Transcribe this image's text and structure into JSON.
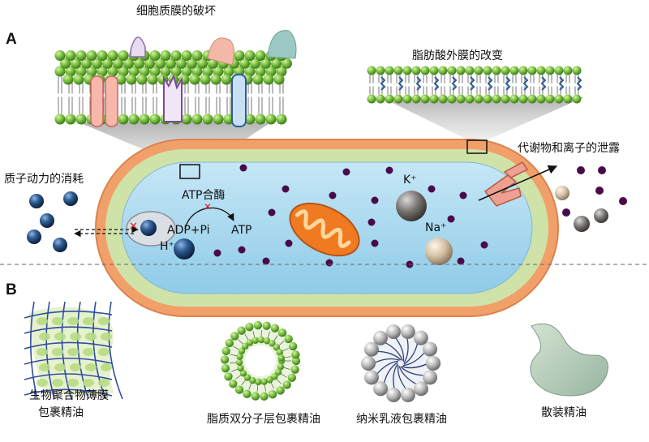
{
  "panels": {
    "a": "A",
    "b": "B"
  },
  "labels": {
    "membrane_damage": "细胞质膜的破坏",
    "outer_membrane_change": "脂肪酸外膜的改变",
    "proton_motive": "质子动力的消耗",
    "leakage": "代谢物和离子的泄露",
    "atp_synthase": "ATP合酶",
    "adp_pi": "ADP+Pi",
    "atp": "ATP",
    "h_plus": "H⁺",
    "k_plus": "K⁺",
    "na_plus": "Na⁺"
  },
  "formulations": {
    "polymer_film_line1": "生物聚合物薄膜",
    "polymer_film_line2": "包裹精油",
    "lipid_bilayer": "脂质双分子层包裹精油",
    "nanoemulsion": "纳米乳液包裹精油",
    "free_oil": "散装精油"
  },
  "colors": {
    "cell_outer": "#f2a06a",
    "cell_middle": "#cfe3a8",
    "cell_inner": "#a9d8ee",
    "lipid_head": "#7cc243",
    "mitochondria": "#ef7a22",
    "dot": "#4a0a4a",
    "sphere_blue": "#27456e",
    "dashed_line": "#666666"
  }
}
